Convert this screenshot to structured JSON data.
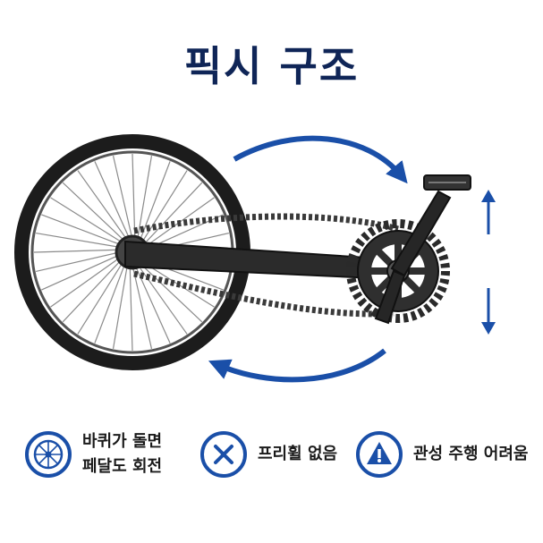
{
  "title": "픽시 구조",
  "features": [
    {
      "icon": "wheel-icon",
      "lines": [
        "바퀴가 돌면",
        "페달도 회전"
      ]
    },
    {
      "icon": "x-circle-icon",
      "lines": [
        "프리휠 없음"
      ]
    },
    {
      "icon": "warning-triangle-icon",
      "lines": [
        "관성 주행 어려움"
      ]
    }
  ],
  "colors": {
    "accent": "#1a4fa8",
    "title": "#0f2557",
    "frame": "#2b2b2b"
  }
}
